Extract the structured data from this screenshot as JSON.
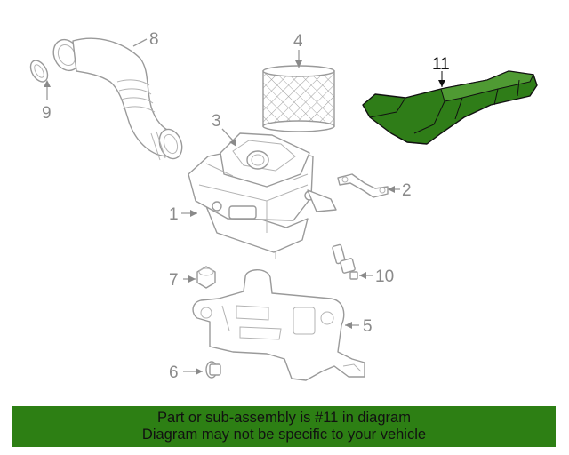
{
  "callouts": {
    "c1": "1",
    "c2": "2",
    "c3": "3",
    "c4": "4",
    "c5": "5",
    "c6": "6",
    "c7": "7",
    "c8": "8",
    "c9": "9",
    "c10": "10",
    "c11": "11"
  },
  "highlight_color": "#2d7f14",
  "banner": {
    "line1": "Part or sub-assembly is #11 in diagram",
    "line2": "Diagram may not be specific to your vehicle"
  }
}
